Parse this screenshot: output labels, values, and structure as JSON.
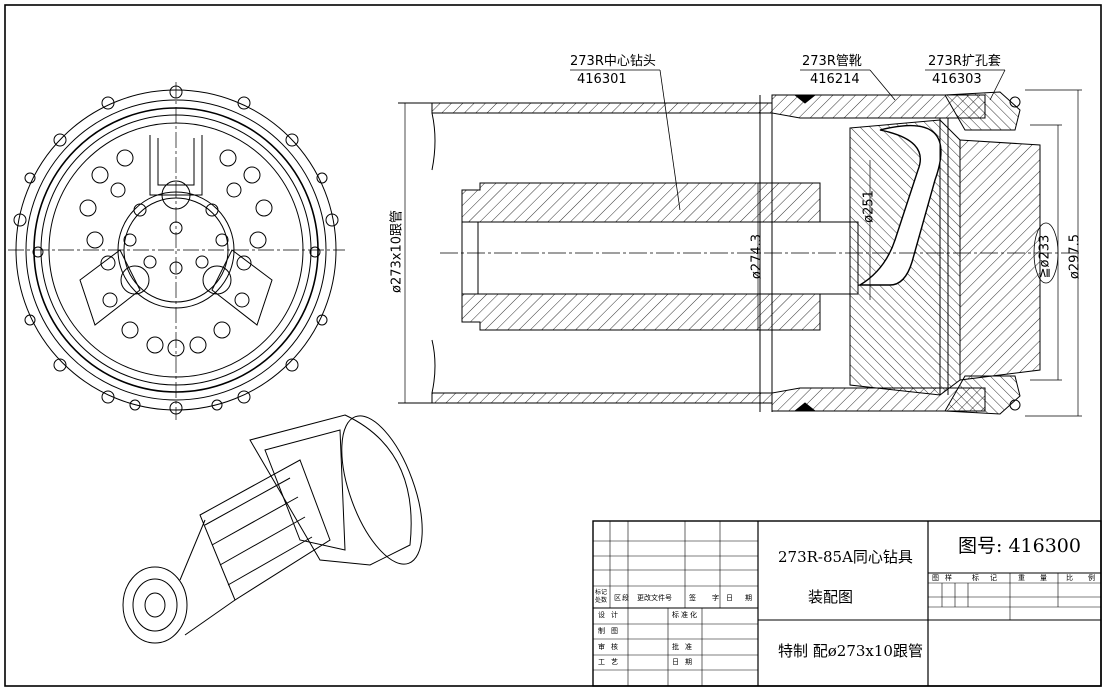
{
  "callouts": {
    "center_bit": {
      "name": "273R中心钻头",
      "code": "416301"
    },
    "casing_shoe": {
      "name": "273R管靴",
      "code": "416214"
    },
    "reamer_sleeve": {
      "name": "273R扩孔套",
      "code": "416303"
    }
  },
  "dimensions": {
    "pipe": "ø273x10跟管",
    "d2743": "ø274.3",
    "d251": "ø251",
    "d233": "≧ø233",
    "d2975": "ø297.5"
  },
  "title_block": {
    "title_line1": "273R-85A同心钻具",
    "title_line2": "装配图",
    "spec": "特制  配ø273x10跟管",
    "drawing_no": "图号: 416300",
    "stage_labels": [
      "图",
      "样",
      "标",
      "记",
      "重",
      "量",
      "比",
      "例"
    ],
    "rev_headers": [
      "标记",
      "处数",
      "区",
      "段",
      "更改文件号",
      "签",
      "字",
      "日",
      "期"
    ],
    "roles": [
      "设计",
      "制图",
      "审核",
      "工艺"
    ],
    "roles2": [
      "标准化",
      "批准",
      "日期"
    ]
  }
}
